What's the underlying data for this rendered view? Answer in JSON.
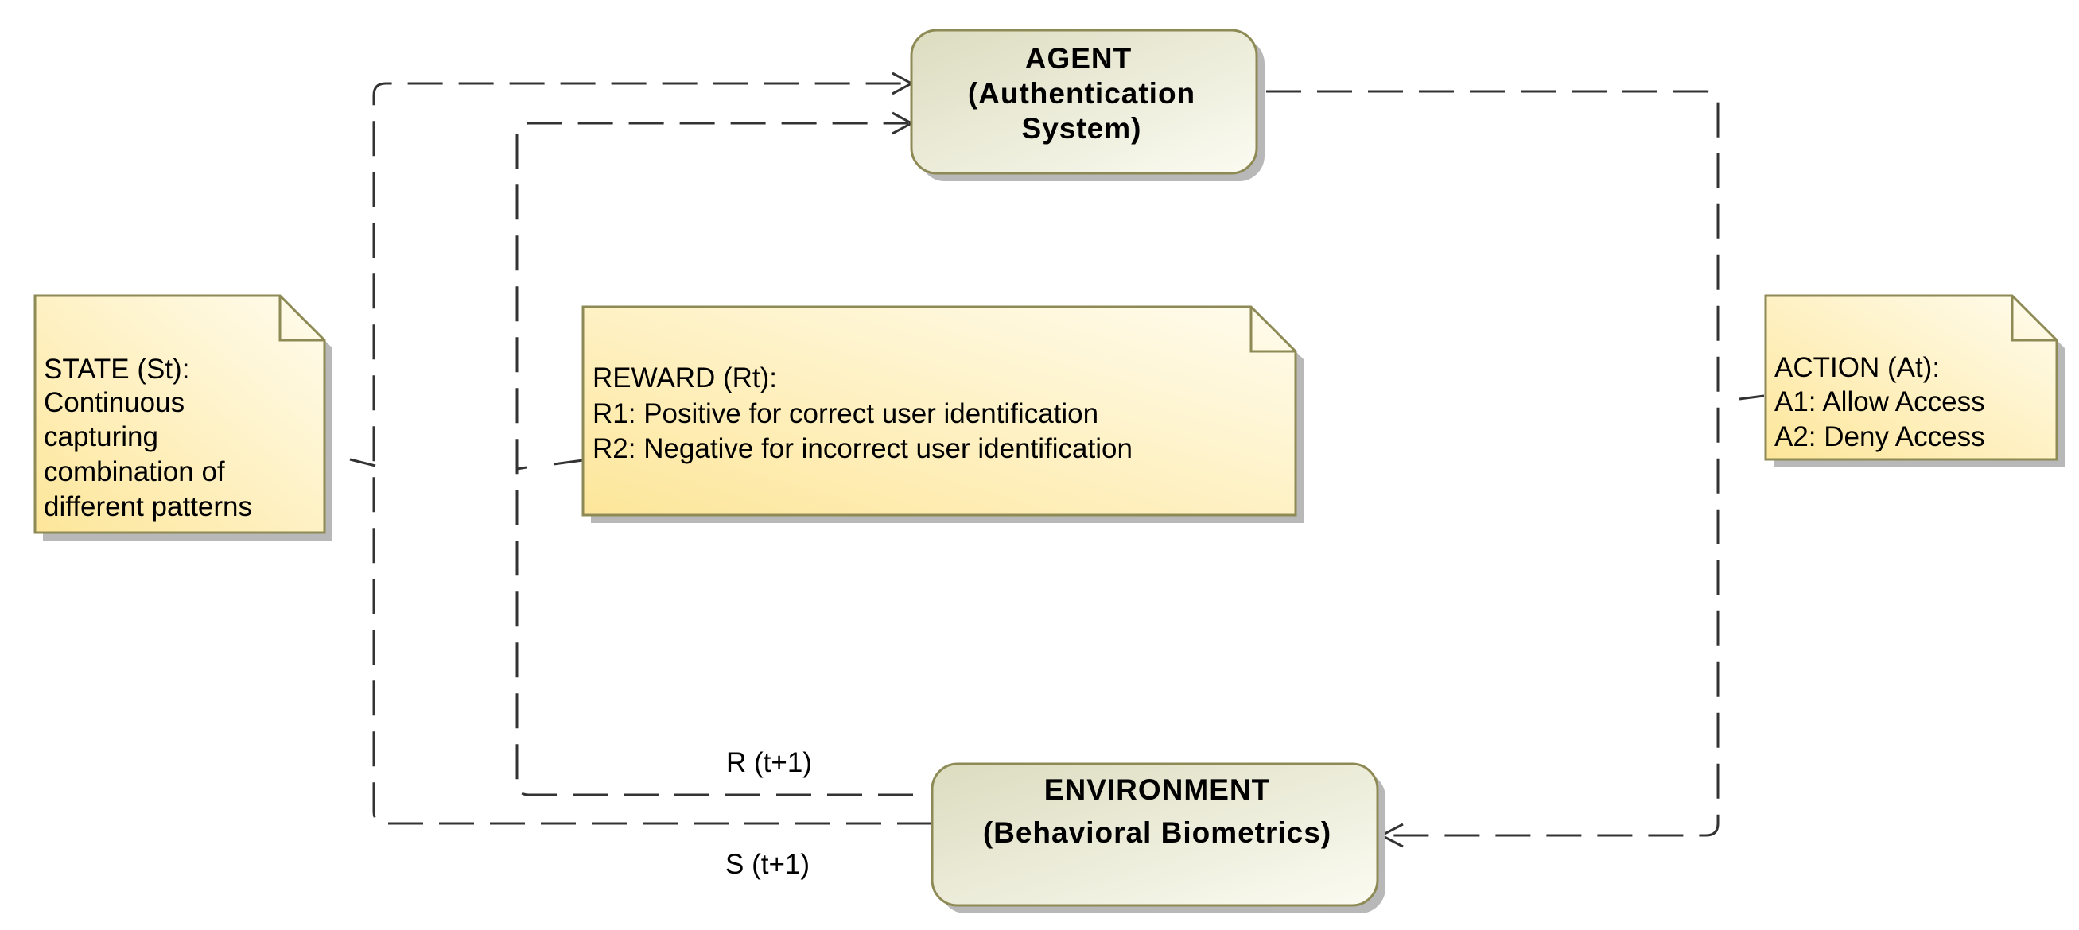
{
  "agent": {
    "lines": [
      "AGENT",
      "(Authentication",
      "System)"
    ]
  },
  "environment": {
    "lines": [
      "ENVIRONMENT",
      "(Behavioral Biometrics)"
    ]
  },
  "state_note": {
    "lines": [
      "STATE (St):",
      "Continuous",
      "capturing",
      "combination of",
      "different patterns"
    ]
  },
  "reward_note": {
    "lines": [
      "REWARD (Rt):",
      "R1: Positive for correct user identification",
      "R2: Negative for incorrect user identification"
    ]
  },
  "action_note": {
    "lines": [
      "ACTION (At):",
      "A1: Allow Access",
      "A2: Deny Access"
    ]
  },
  "edges": {
    "reward_label": "R (t+1)",
    "state_label": "S (t+1)"
  },
  "colors": {
    "box_fill_light": "#fbfbf2",
    "box_fill_dark": "#dcdcc0",
    "box_stroke": "#8e8a55",
    "note_fill_light": "#fffcee",
    "note_fill_dark": "#fde69a",
    "note_stroke": "#8e8a55",
    "shadow": "#b8b8b8",
    "edge": "#333333"
  }
}
